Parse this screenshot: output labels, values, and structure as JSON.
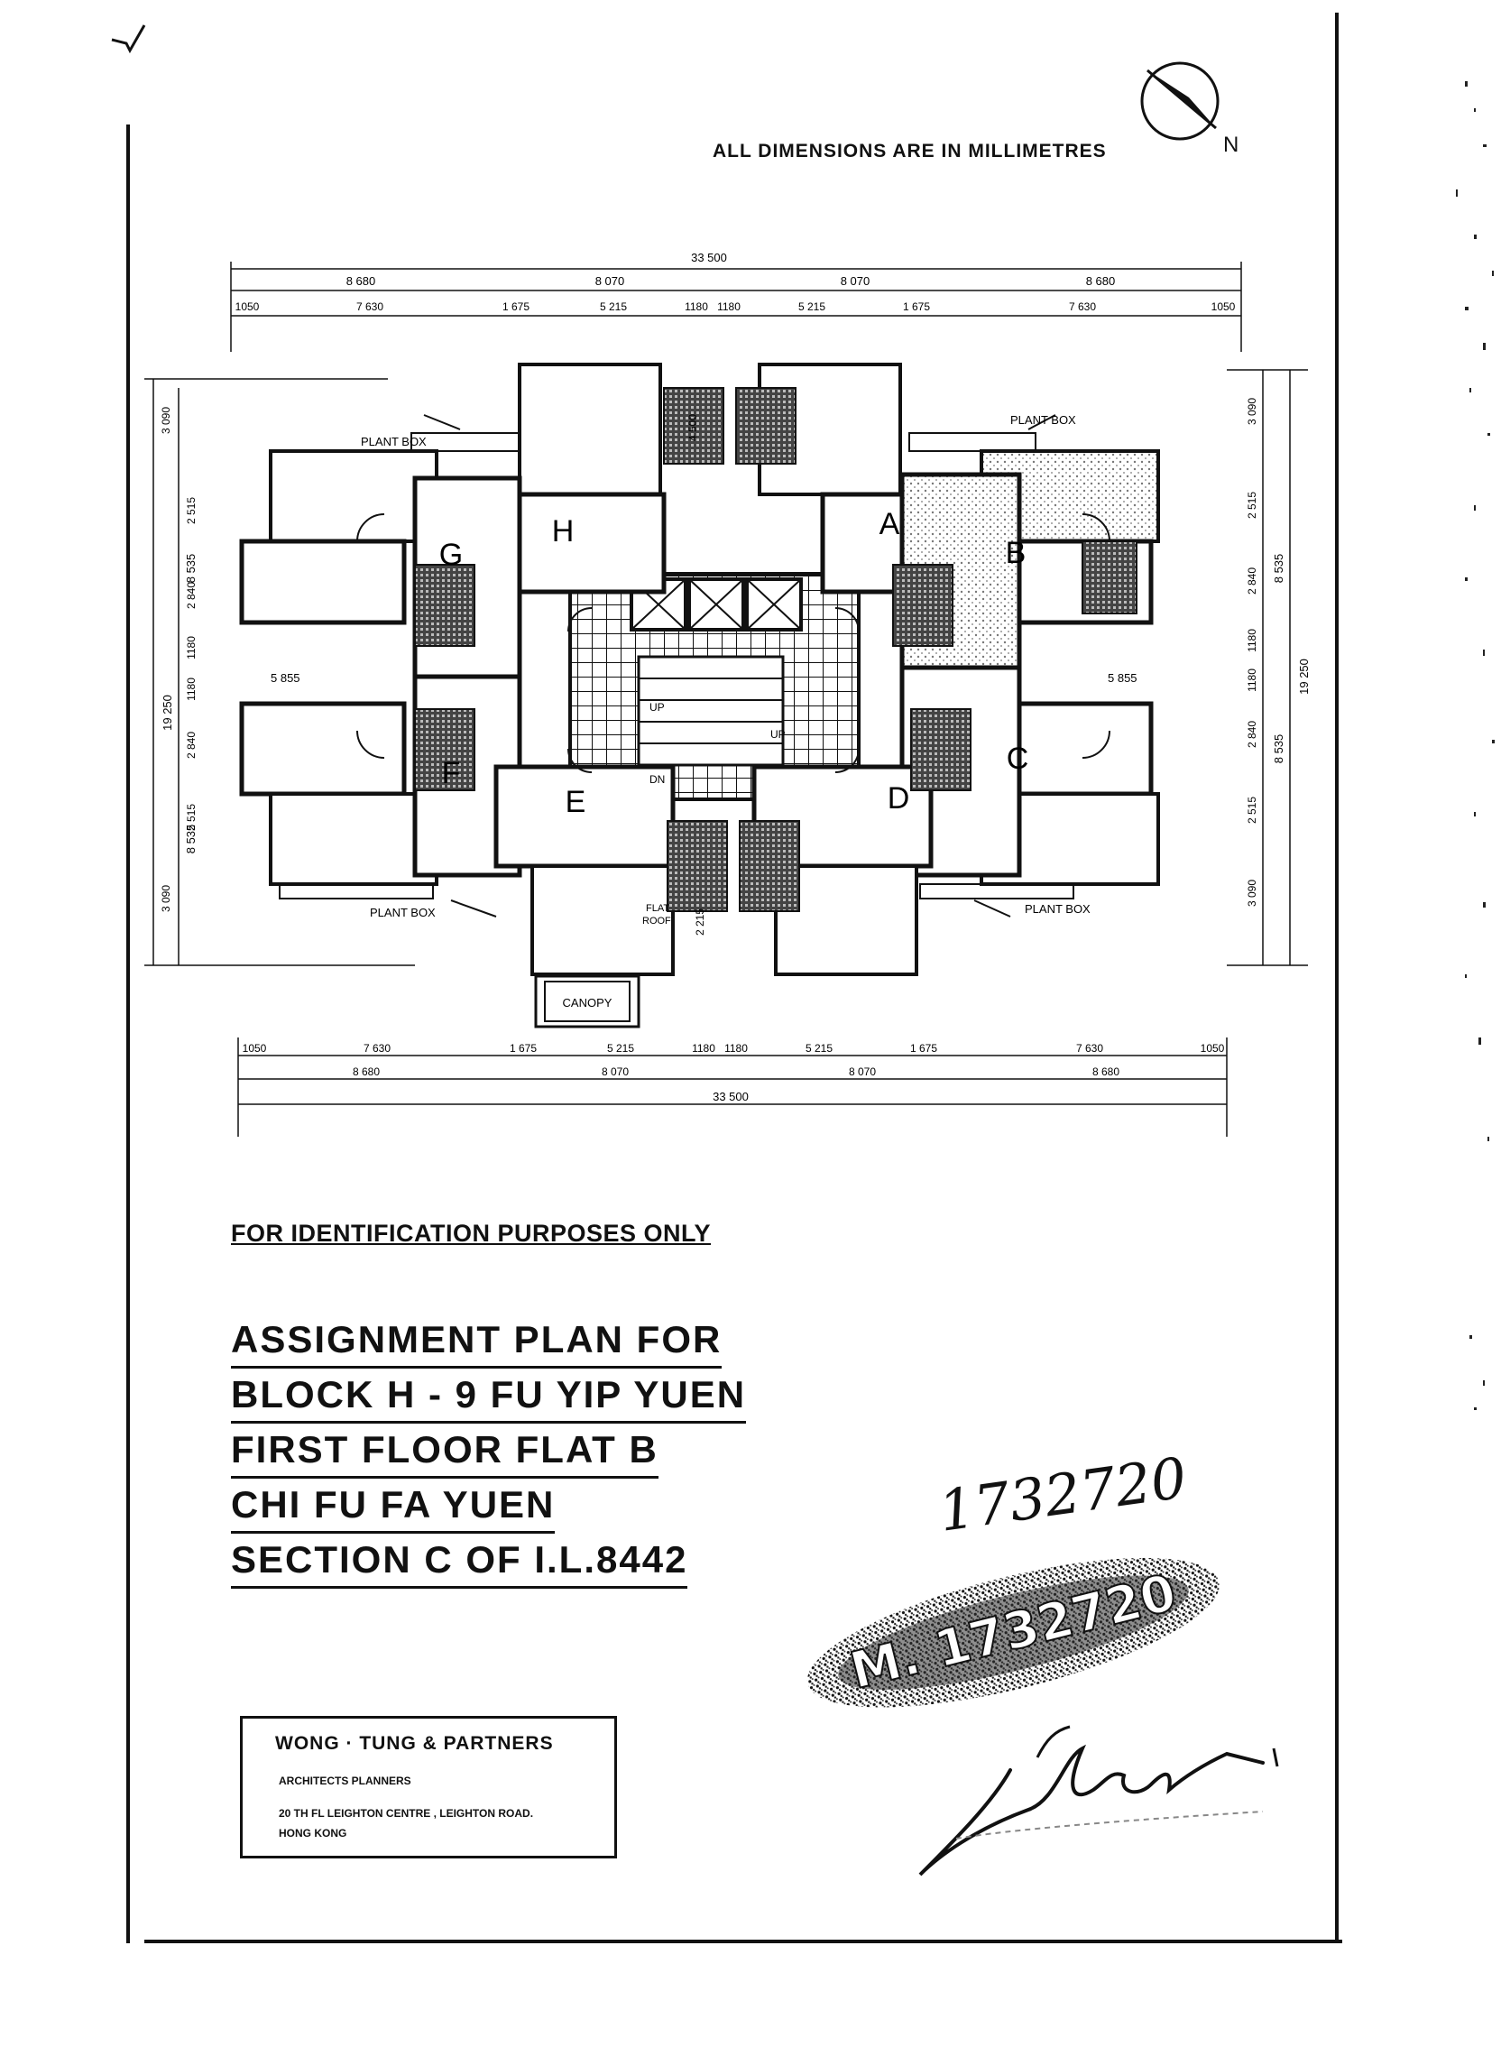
{
  "header": {
    "dimensions_note": "ALL DIMENSIONS ARE IN MILLIMETRES",
    "north_label": "N"
  },
  "plan": {
    "top_dims": {
      "overall": "33 500",
      "row1": [
        "8 680",
        "8 070",
        "8 070",
        "8 680"
      ],
      "row2": [
        "1050",
        "7 630",
        "1 675",
        "5 215",
        "1180",
        "1180",
        "5 215",
        "1 675",
        "7 630",
        "1050"
      ]
    },
    "bottom_dims": {
      "row1": [
        "1050",
        "7 630",
        "1 675",
        "5 215",
        "1180",
        "1180",
        "5 215",
        "1 675",
        "7 630",
        "1050"
      ],
      "row2": [
        "8 680",
        "8 070",
        "8 070",
        "8 680"
      ],
      "overall": "33 500"
    },
    "left_dims": {
      "overall": "19 250",
      "upper": "8 535",
      "lower": "8 535",
      "segments": [
        "3 090",
        "2 515",
        "2 840",
        "1180",
        "1180",
        "2 840",
        "2 515",
        "3 090"
      ]
    },
    "right_dims": {
      "overall": "19 250",
      "upper": "8 535",
      "lower": "8 535",
      "segments": [
        "3 090",
        "2 515",
        "2 840",
        "1180",
        "1180",
        "2 840",
        "2 515",
        "3 090"
      ]
    },
    "flats": [
      "A",
      "B",
      "C",
      "D",
      "E",
      "F",
      "G",
      "H"
    ],
    "labels": {
      "plant_box": "PLANT BOX",
      "canopy": "CANOPY",
      "flat_roof_1": "FLAT",
      "flat_roof_2": "ROOF",
      "up": "UP",
      "dn": "DN",
      "mid_4500": "4 500",
      "mid_2215": "2 215",
      "width_5855": "5 855"
    }
  },
  "identification": "FOR IDENTIFICATION PURPOSES ONLY",
  "title_lines": [
    "ASSIGNMENT  PLAN  FOR",
    "BLOCK  H - 9  FU  YIP  YUEN",
    "FIRST  FLOOR  FLAT  B",
    "CHI  FU  FA  YUEN",
    "SECTION  C  OF  I.L.8442"
  ],
  "firm": {
    "name": "WONG  ·  TUNG  &  PARTNERS",
    "subtitle": "ARCHITECTS   PLANNERS",
    "address_line1": "20 TH FL  LEIGHTON  CENTRE , LEIGHTON  ROAD.",
    "address_line2": "HONG   KONG"
  },
  "handwritten_number": "1732720",
  "stamp_text": "M. 1732720"
}
